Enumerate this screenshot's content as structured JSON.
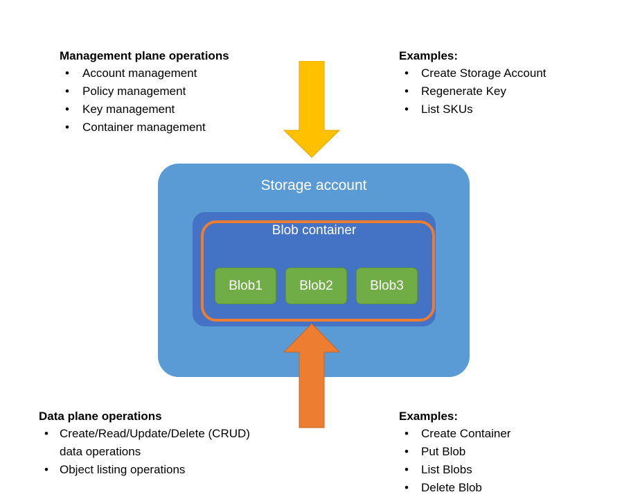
{
  "diagram": {
    "storage_account": {
      "label": "Storage account",
      "fill": "#5B9BD5"
    },
    "blob_container": {
      "label": "Blob container",
      "fill": "#4472C4",
      "outline_color": "#ED7D31"
    },
    "blobs": [
      {
        "label": "Blob1"
      },
      {
        "label": "Blob2"
      },
      {
        "label": "Blob3"
      }
    ],
    "arrows": [
      {
        "name": "management-plane-arrow",
        "direction": "down",
        "color": "#FFC000"
      },
      {
        "name": "data-plane-arrow",
        "direction": "up",
        "color": "#ED7D31"
      }
    ]
  },
  "management_plane": {
    "title": "Management plane operations",
    "bullet": "•",
    "items": [
      "Account management",
      "Policy management",
      "Key management",
      "Container management"
    ]
  },
  "management_examples": {
    "title": "Examples:",
    "bullet": "•",
    "items": [
      "Create Storage Account",
      "Regenerate Key",
      "List SKUs"
    ]
  },
  "data_plane": {
    "title": "Data plane operations",
    "bullet": "•",
    "items": [
      "Create/Read/Update/Delete (CRUD)",
      "Object listing operations"
    ],
    "item_continuations": [
      "data operations",
      ""
    ]
  },
  "data_examples": {
    "title": "Examples:",
    "bullet": "•",
    "items": [
      "Create Container",
      "Put Blob",
      "List Blobs",
      "Delete Blob"
    ]
  }
}
